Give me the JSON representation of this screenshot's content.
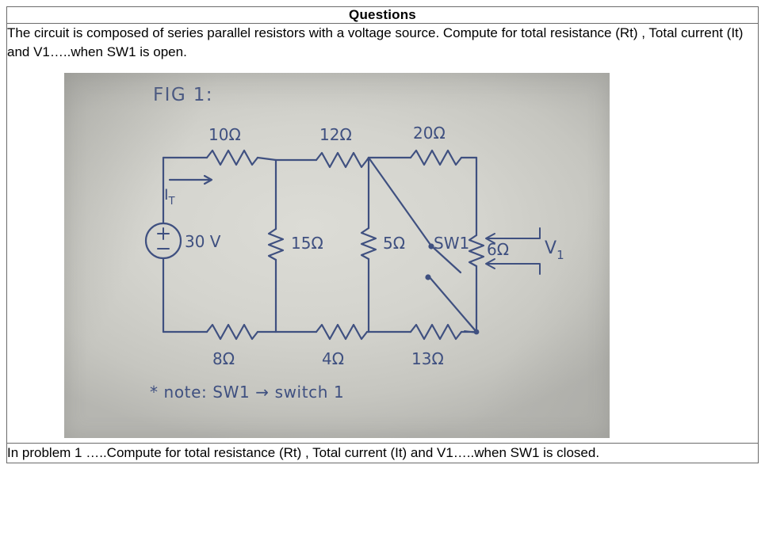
{
  "table": {
    "header": "Questions",
    "problem1": "The circuit is composed of series parallel  resistors with  a voltage source. Compute for total resistance (Rt) , Total current (It) and V1…..when SW1 is open.",
    "problem2": "In problem 1 …..Compute for total resistance (Rt) , Total current (It) and V1…..when SW1 is closed."
  },
  "figure": {
    "title": "FIG 1:",
    "note": "* note: SW1 → switch 1",
    "source_label": "30 V",
    "current_label": "I",
    "current_sub": "T",
    "plus_sign": "+",
    "minus_sign": "−",
    "switch_label": "SW1",
    "v1_label": "V",
    "v1_sub": "1",
    "r_top_1": "10Ω",
    "r_top_2": "12Ω",
    "r_top_3": "20Ω",
    "r_mid_1": "15Ω",
    "r_mid_2": "5Ω",
    "r_right": "6Ω",
    "r_bot_1": "8Ω",
    "r_bot_2": "4Ω",
    "r_bot_3": "13Ω",
    "ink_color": "#3f5080"
  },
  "chart_data": {
    "type": "diagram",
    "title": "FIG 1:",
    "description": "Series-parallel resistive network fed by a 30 V DC source, containing switch SW1 and voltage measurement V1",
    "source": {
      "name": "30 V source",
      "value": 30,
      "unit": "V",
      "polarity": "+ on top"
    },
    "current": {
      "name": "I_T",
      "description": "total current entering the network from the source"
    },
    "components": [
      {
        "name": "R1",
        "label": "10Ω",
        "value": 10,
        "unit": "ohm",
        "position": "top branch, left"
      },
      {
        "name": "R2",
        "label": "12Ω",
        "value": 12,
        "unit": "ohm",
        "position": "top branch, middle"
      },
      {
        "name": "R3",
        "label": "20Ω",
        "value": 20,
        "unit": "ohm",
        "position": "top branch, right"
      },
      {
        "name": "R4",
        "label": "15Ω",
        "value": 15,
        "unit": "ohm",
        "position": "vertical branch 1"
      },
      {
        "name": "R5",
        "label": "5Ω",
        "value": 5,
        "unit": "ohm",
        "position": "vertical branch 2"
      },
      {
        "name": "R6",
        "label": "6Ω",
        "value": 6,
        "unit": "ohm",
        "position": "right vertical branch, across V1"
      },
      {
        "name": "R7",
        "label": "8Ω",
        "value": 8,
        "unit": "ohm",
        "position": "bottom branch, left"
      },
      {
        "name": "R8",
        "label": "4Ω",
        "value": 4,
        "unit": "ohm",
        "position": "bottom branch, middle"
      },
      {
        "name": "R9",
        "label": "13Ω",
        "value": 13,
        "unit": "ohm",
        "position": "bottom branch, right"
      },
      {
        "name": "SW1",
        "label": "SW1",
        "value": null,
        "unit": "switch",
        "position": "diagonal branch, shown open"
      }
    ],
    "measurements": [
      {
        "name": "V1",
        "label": "V1",
        "across": "6Ω resistor"
      }
    ]
  }
}
